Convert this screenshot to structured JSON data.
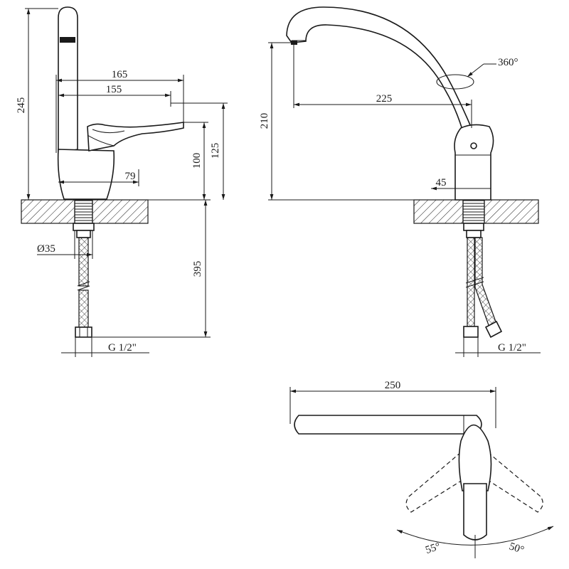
{
  "side_view": {
    "height_total": "245",
    "spout_reach_outer": "165",
    "spout_reach_inner": "155",
    "lever_height": "125",
    "body_height": "100",
    "body_offset": "79",
    "shank_diameter": "Ø35",
    "hose_length": "395",
    "connection_thread": "G 1/2\""
  },
  "front_view": {
    "spout_height": "210",
    "spout_reach": "225",
    "rotation": "360°",
    "body_width": "45",
    "connection_thread": "G 1/2\""
  },
  "top_view": {
    "spout_length": "250",
    "lever_angle_left": "55°",
    "lever_angle_right": "50°"
  }
}
